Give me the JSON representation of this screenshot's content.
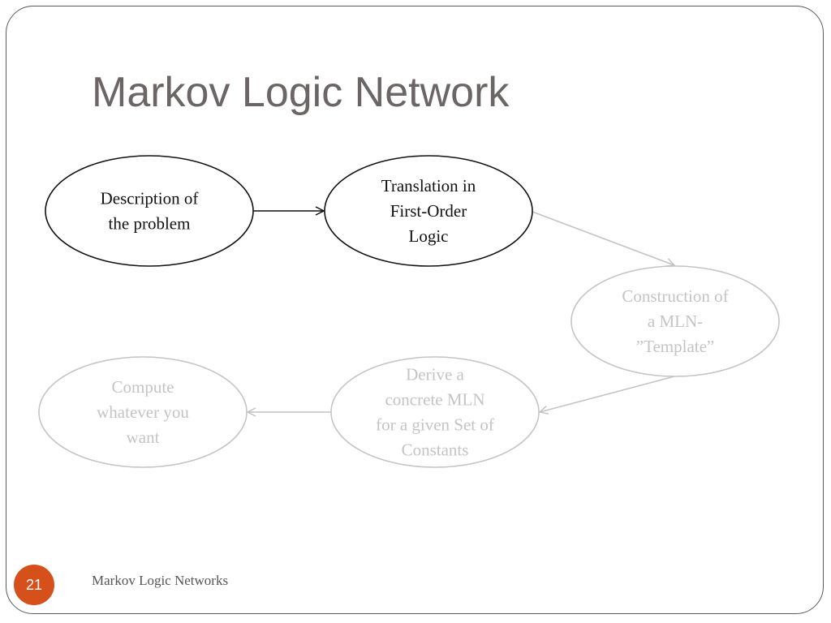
{
  "slide": {
    "title": "Markov Logic Network",
    "number": "21",
    "footer": "Markov Logic Networks"
  },
  "diagram": {
    "nodes": [
      {
        "id": "description",
        "lines": [
          "Description of",
          "the problem"
        ],
        "state": "active"
      },
      {
        "id": "translation",
        "lines": [
          "Translation in",
          "First-Order",
          "Logic"
        ],
        "state": "active"
      },
      {
        "id": "construction",
        "lines": [
          "Construction of",
          "a MLN-",
          "”Template”"
        ],
        "state": "inactive"
      },
      {
        "id": "derive",
        "lines": [
          "Derive a",
          "concrete MLN",
          "for a given Set of",
          "Constants"
        ],
        "state": "inactive"
      },
      {
        "id": "compute",
        "lines": [
          "Compute",
          "whatever you",
          "want"
        ],
        "state": "inactive"
      }
    ],
    "edges": [
      {
        "from": "description",
        "to": "translation",
        "state": "active"
      },
      {
        "from": "translation",
        "to": "construction",
        "state": "inactive"
      },
      {
        "from": "construction",
        "to": "derive",
        "state": "inactive"
      },
      {
        "from": "derive",
        "to": "compute",
        "state": "inactive"
      }
    ],
    "colors": {
      "active": "#111111",
      "inactive": "#c4c4c4",
      "slide_number_bg": "#d6501c",
      "title": "#6b6566"
    }
  }
}
